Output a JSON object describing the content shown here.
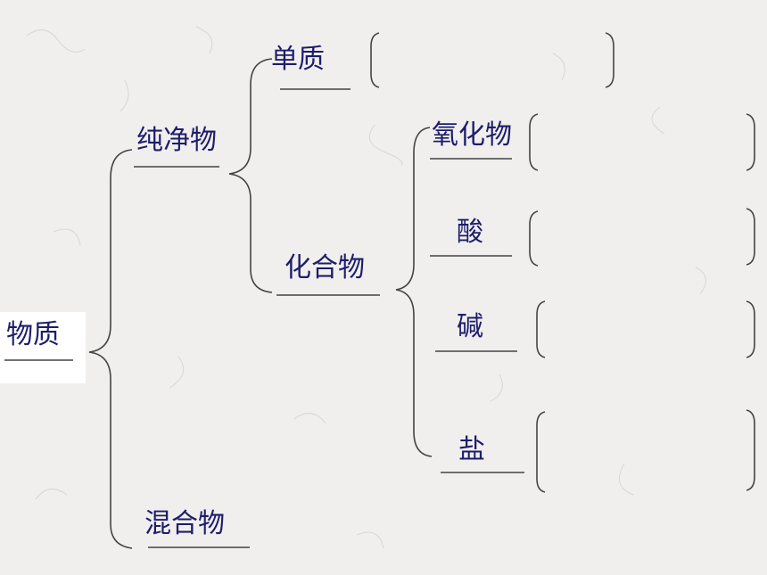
{
  "diagram": {
    "root": "物质",
    "pure": "纯净物",
    "mixture": "混合物",
    "element": "单质",
    "compound": "化合物",
    "oxide": "氧化物",
    "acid": "酸",
    "base": "碱",
    "salt": "盐"
  },
  "colors": {
    "text": "#1d1d6b",
    "line": "#444444",
    "background": "#f1efee"
  }
}
